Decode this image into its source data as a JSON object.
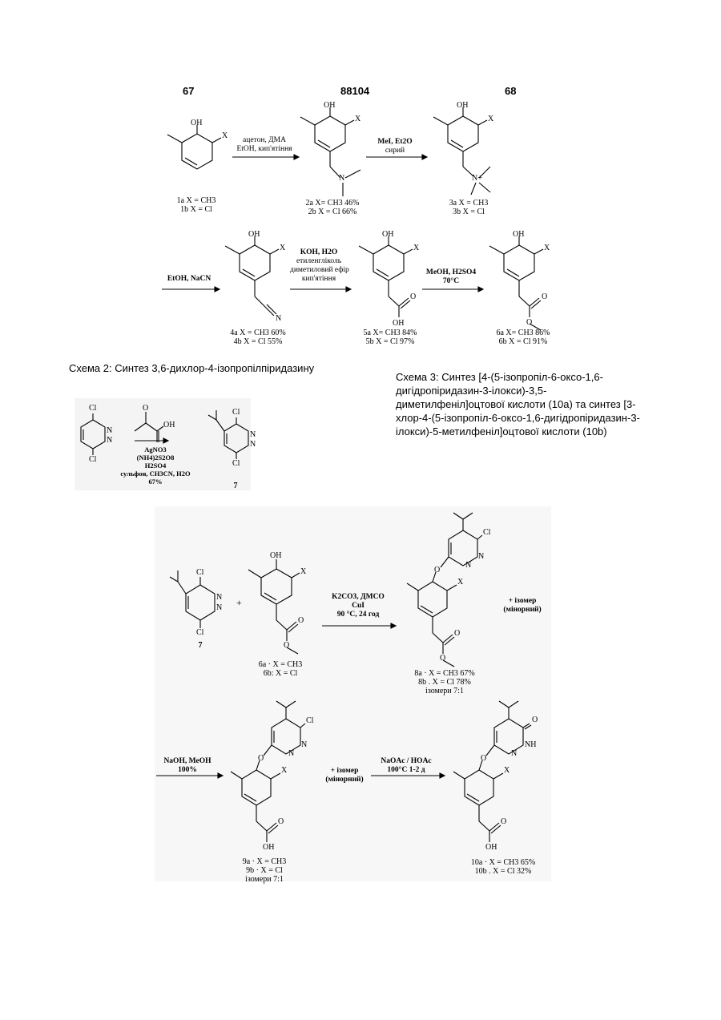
{
  "header": {
    "left_page": "67",
    "patent_number": "88104",
    "right_page": "68"
  },
  "scheme1": {
    "step1_conditions": [
      "ацетон, ДМА",
      "EtOH, кип'ятіння"
    ],
    "step2_conditions": [
      "MeI, Et2O",
      "сирий"
    ],
    "step3_conditions": [
      "EtOH, NaCN"
    ],
    "step4_conditions": [
      "KOH, H2O",
      "етиленгліколь",
      "диметиловий ефір",
      "кип'ятіння"
    ],
    "step5_conditions": [
      "MeOH, H2SO4",
      "70°C"
    ],
    "c1": [
      "1a  X = CH3",
      "1b  X = Cl"
    ],
    "c2": [
      "2a  X= CH3 46%",
      "2b  X = Cl  66%"
    ],
    "c3": [
      "3a  X = CH3",
      "3b  X = Cl"
    ],
    "c4": [
      "4a  X = CH3  60%",
      "4b  X = Cl  55%"
    ],
    "c5": [
      "5a  X= CH3  84%",
      "5b  X = Cl  97%"
    ],
    "c6": [
      "6a  X= CH3  86%",
      "6b  X = Cl  91%"
    ]
  },
  "caption2": "Схема 2: Синтез 3,6-дихлор-4-ізопропілпіридазину",
  "caption3": "Схема 3: Синтез [4-(5-ізопропіл-6-оксо-1,6-дигідропіридазин-3-ілокси)-3,5-диметилфеніл]оцтової кислоти (10а) та синтез [3-хлор-4-(5-ізопропіл-6-оксо-1,6-дигідропіридазин-3-ілокси)-5-метилфеніл]оцтової кислоти (10b)",
  "scheme2": {
    "reagents": [
      "AgNO3",
      "(NH4)2S2O8",
      "H2SO4",
      "сульфон, CH3CN, H2O",
      "67%"
    ],
    "product": "7"
  },
  "scheme3": {
    "plus": "+",
    "step1_conditions": [
      "K2CO3, ДМСО",
      "CuI",
      "90 °C, 24 год"
    ],
    "minor1": [
      "+ ізомер",
      "(мінорний)"
    ],
    "c7": "7",
    "c6": [
      "6a · X = CH3",
      "6b: X = Cl"
    ],
    "c8": [
      "8a · X = CH3 67%",
      "8b . X = Cl  78%",
      "ізомери 7:1"
    ],
    "step2_conditions": [
      "NaOH, MeOH",
      "100%"
    ],
    "minor2": [
      "+ ізомер",
      "(мінорний)"
    ],
    "step3_conditions": [
      "NaOAc / HOAc",
      "100°C 1-2 д"
    ],
    "c9": [
      "9a · X = CH3",
      "9b · X = Cl",
      "ізомери 7:1"
    ],
    "c10": [
      "10a · X = CH3 65%",
      "10b . X = Cl  32%"
    ]
  },
  "atoms": {
    "OH": "OH",
    "X": "X",
    "N": "N",
    "Cl": "Cl",
    "O": "O",
    "NH": "NH",
    "Nplus": "N+"
  }
}
